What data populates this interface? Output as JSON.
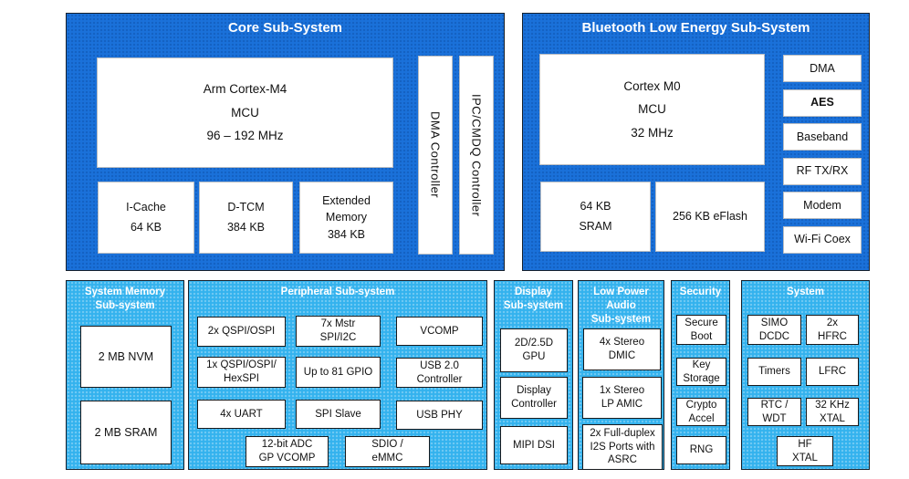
{
  "colors": {
    "core_panel_blue": "#1a71da",
    "sub_panel_blue": "#33b2ee",
    "title_text": "#ffffff",
    "box_text": "#111111"
  },
  "core": {
    "title": "Core Sub-System",
    "cpu": "Arm Cortex-M4\nMCU\n96 – 192 MHz",
    "icache": "I-Cache\n64 KB",
    "dtcm": "D-TCM\n384 KB",
    "ext_memory": "Extended\nMemory\n384 KB",
    "dma_controller": "DMA Controller",
    "ipc_controller": "IPC/CMDQ Controller"
  },
  "ble": {
    "title": "Bluetooth Low Energy Sub-System",
    "cpu": "Cortex M0\nMCU\n32 MHz",
    "sram": "64 KB\nSRAM",
    "eflash": "256 KB eFlash",
    "blocks": [
      "DMA",
      "AES",
      "Baseband",
      "RF TX/RX",
      "Modem",
      "Wi-Fi Coex"
    ]
  },
  "system_memory": {
    "title": "System Memory\nSub-system",
    "nvm": "2 MB NVM",
    "sram": "2 MB SRAM"
  },
  "peripheral": {
    "title": "Peripheral Sub-system",
    "blocks": [
      "2x QSPI/OSPI",
      "7x Mstr\nSPI/I2C",
      "VCOMP",
      "1x QSPI/OSPI/\nHexSPI",
      "Up to 81 GPIO",
      "USB 2.0\nController",
      "4x UART",
      "SPI Slave",
      "USB PHY",
      "12-bit ADC\nGP VCOMP",
      "SDIO /\neMMC"
    ]
  },
  "display": {
    "title": "Display\nSub-system",
    "blocks": [
      "2D/2.5D\nGPU",
      "Display\nController",
      "MIPI DSI"
    ]
  },
  "audio": {
    "title": "Low Power\nAudio\nSub-system",
    "blocks": [
      "4x Stereo\nDMIC",
      "1x Stereo\nLP AMIC",
      "2x Full-duplex\nI2S Ports with\nASRC"
    ]
  },
  "security": {
    "title": "Security",
    "blocks": [
      "Secure\nBoot",
      "Key\nStorage",
      "Crypto\nAccel",
      "RNG"
    ]
  },
  "system": {
    "title": "System",
    "blocks": [
      "SIMO\nDCDC",
      "2x\nHFRC",
      "Timers",
      "LFRC",
      "RTC /\nWDT",
      "32 KHz\nXTAL",
      "HF\nXTAL"
    ]
  }
}
